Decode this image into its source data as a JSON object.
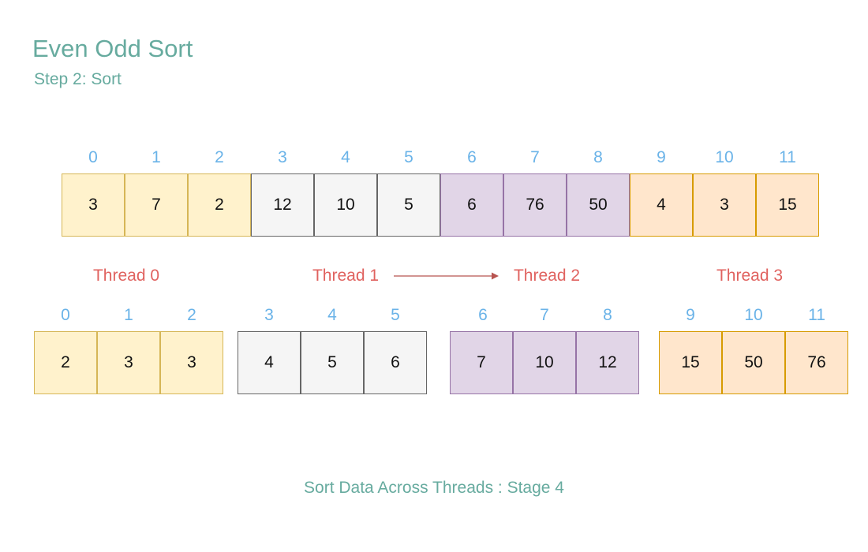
{
  "title": "Even Odd Sort",
  "subtitle": "Step 2: Sort",
  "caption": "Sort Data Across Threads : Stage 4",
  "colors": {
    "yellow_fill": "#FFF2CC",
    "gray_fill": "#F5F5F5",
    "purple_fill": "#E1D5E7",
    "orange_fill": "#FFE6CC",
    "title": "#67AB9F",
    "index": "#6AB3E8",
    "thread": "#E0625F"
  },
  "threads": [
    "Thread 0",
    "Thread 1",
    "Thread 2",
    "Thread 3"
  ],
  "top_array": {
    "indices": [
      "0",
      "1",
      "2",
      "3",
      "4",
      "5",
      "6",
      "7",
      "8",
      "9",
      "10",
      "11"
    ],
    "values": [
      "3",
      "7",
      "2",
      "12",
      "10",
      "5",
      "6",
      "76",
      "50",
      "4",
      "3",
      "15"
    ]
  },
  "bottom_groups": [
    {
      "indices": [
        "0",
        "1",
        "2"
      ],
      "values": [
        "2",
        "3",
        "3"
      ]
    },
    {
      "indices": [
        "3",
        "4",
        "5"
      ],
      "values": [
        "4",
        "5",
        "6"
      ]
    },
    {
      "indices": [
        "6",
        "7",
        "8"
      ],
      "values": [
        "7",
        "10",
        "12"
      ]
    },
    {
      "indices": [
        "9",
        "10",
        "11"
      ],
      "values": [
        "15",
        "50",
        "76"
      ]
    }
  ]
}
